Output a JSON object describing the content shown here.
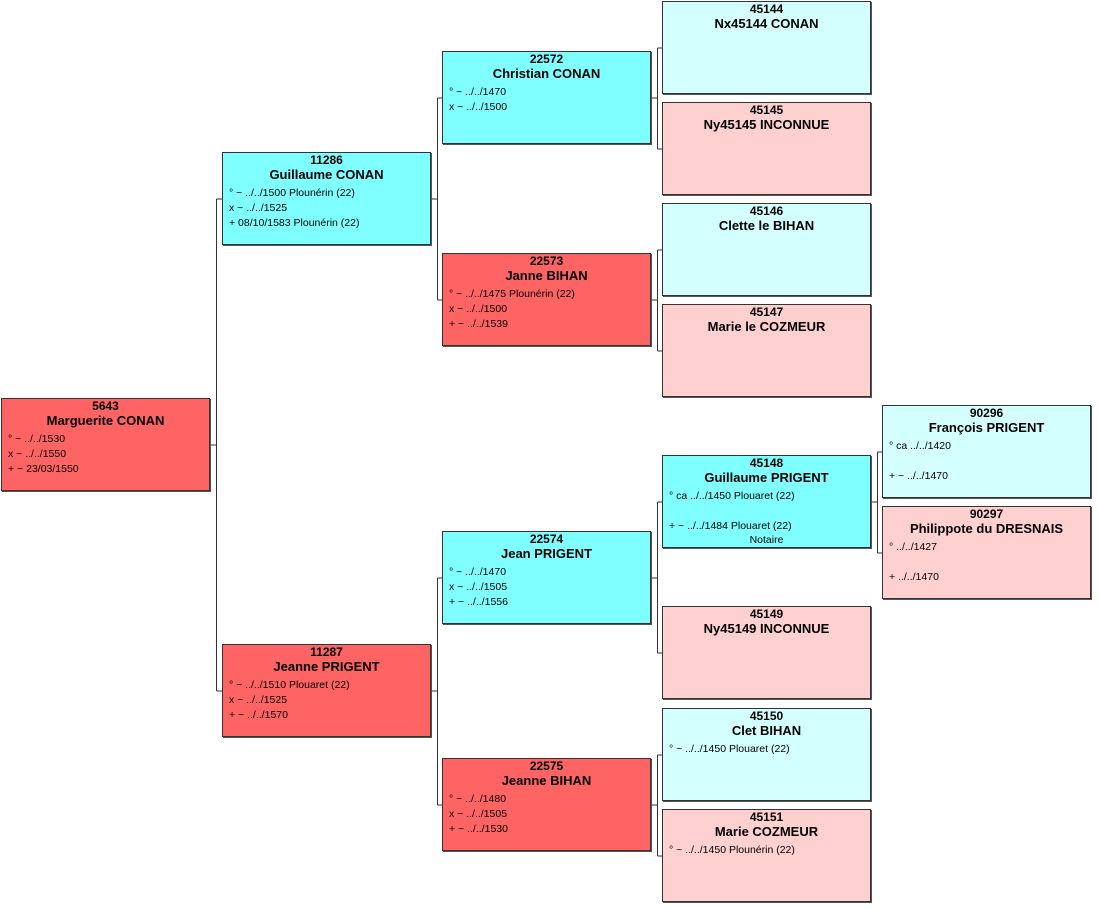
{
  "persons": [
    {
      "id": "p5643",
      "number": "5643",
      "name": "Marguerite CONAN",
      "sex": "F",
      "shade": "full",
      "lines": [
        "° ~ ../../1530",
        "x ~ ../../1550",
        "+ ~ 23/03/1550"
      ],
      "note": ""
    },
    {
      "id": "p11286",
      "number": "11286",
      "name": "Guillaume CONAN",
      "sex": "M",
      "shade": "full",
      "lines": [
        "° ~ ../../1500 Plounérin (22)",
        "x ~ ../../1525",
        "+ 08/10/1583 Plounérin (22)"
      ],
      "note": ""
    },
    {
      "id": "p11287",
      "number": "11287",
      "name": "Jeanne PRIGENT",
      "sex": "F",
      "shade": "full",
      "lines": [
        "° ~ ../../1510 Plouaret (22)",
        "x ~ ../../1525",
        "+ ~ ../../1570"
      ],
      "note": ""
    },
    {
      "id": "p22572",
      "number": "22572",
      "name": "Christian CONAN",
      "sex": "M",
      "shade": "full",
      "lines": [
        "° ~ ../../1470",
        "x ~ ../../1500"
      ],
      "note": ""
    },
    {
      "id": "p22573",
      "number": "22573",
      "name": "Janne BIHAN",
      "sex": "F",
      "shade": "full",
      "lines": [
        "° ~ ../../1475 Plounérin (22)",
        "x ~ ../../1500",
        "+ ~ ../../1539"
      ],
      "note": ""
    },
    {
      "id": "p22574",
      "number": "22574",
      "name": "Jean PRIGENT",
      "sex": "M",
      "shade": "full",
      "lines": [
        "° ~ ../../1470",
        "x ~ ../../1505",
        "+ ~ ../../1556"
      ],
      "note": ""
    },
    {
      "id": "p22575",
      "number": "22575",
      "name": "Jeanne BIHAN",
      "sex": "F",
      "shade": "full",
      "lines": [
        "° ~ ../../1480",
        "x ~ ../../1505",
        "+ ~ ../../1530"
      ],
      "note": ""
    },
    {
      "id": "p45144",
      "number": "45144",
      "name": "Nx45144 CONAN",
      "sex": "M",
      "shade": "light",
      "lines": [],
      "note": ""
    },
    {
      "id": "p45145",
      "number": "45145",
      "name": "Ny45145 INCONNUE",
      "sex": "F",
      "shade": "light",
      "lines": [],
      "note": ""
    },
    {
      "id": "p45146",
      "number": "45146",
      "name": "Clette le BIHAN",
      "sex": "M",
      "shade": "light",
      "lines": [],
      "note": ""
    },
    {
      "id": "p45147",
      "number": "45147",
      "name": "Marie le COZMEUR",
      "sex": "F",
      "shade": "light",
      "lines": [],
      "note": ""
    },
    {
      "id": "p45148",
      "number": "45148",
      "name": "Guillaume PRIGENT",
      "sex": "M",
      "shade": "full",
      "lines": [
        "° ca ../../1450 Plouaret (22)",
        "",
        "+ ~ ../../1484 Plouaret (22)"
      ],
      "note": "Notaire"
    },
    {
      "id": "p45149",
      "number": "45149",
      "name": "Ny45149 INCONNUE",
      "sex": "F",
      "shade": "light",
      "lines": [],
      "note": ""
    },
    {
      "id": "p45150",
      "number": "45150",
      "name": "Clet BIHAN",
      "sex": "M",
      "shade": "light",
      "lines": [
        "° ~ ../../1450 Plouaret (22)"
      ],
      "note": ""
    },
    {
      "id": "p45151",
      "number": "45151",
      "name": "Marie COZMEUR",
      "sex": "F",
      "shade": "light",
      "lines": [
        "° ~ ../../1450 Plounérin (22)"
      ],
      "note": ""
    },
    {
      "id": "p90296",
      "number": "90296",
      "name": "François PRIGENT",
      "sex": "M",
      "shade": "light",
      "lines": [
        "° ca ../../1420",
        "",
        "+ ~ ../../1470"
      ],
      "note": ""
    },
    {
      "id": "p90297",
      "number": "90297",
      "name": "Philippote du DRESNAIS",
      "sex": "F",
      "shade": "light",
      "lines": [
        "° ../../1427",
        "",
        "+ ../../1470"
      ],
      "note": ""
    }
  ],
  "links": [
    {
      "child": "p5643",
      "father": "p11286",
      "mother": "p11287"
    },
    {
      "child": "p11286",
      "father": "p22572",
      "mother": "p22573"
    },
    {
      "child": "p11287",
      "father": "p22574",
      "mother": "p22575"
    },
    {
      "child": "p22572",
      "father": "p45144",
      "mother": "p45145"
    },
    {
      "child": "p22573",
      "father": "p45146",
      "mother": "p45147"
    },
    {
      "child": "p22574",
      "father": "p45148",
      "mother": "p45149"
    },
    {
      "child": "p22575",
      "father": "p45150",
      "mother": "p45151"
    },
    {
      "child": "p45148",
      "father": "p90296",
      "mother": "p90297"
    }
  ],
  "colors": {
    "male": "#7fffff",
    "female": "#ff6464",
    "male_light": "#d4ffff",
    "female_light": "#ffd0d0",
    "line": "#333333"
  }
}
